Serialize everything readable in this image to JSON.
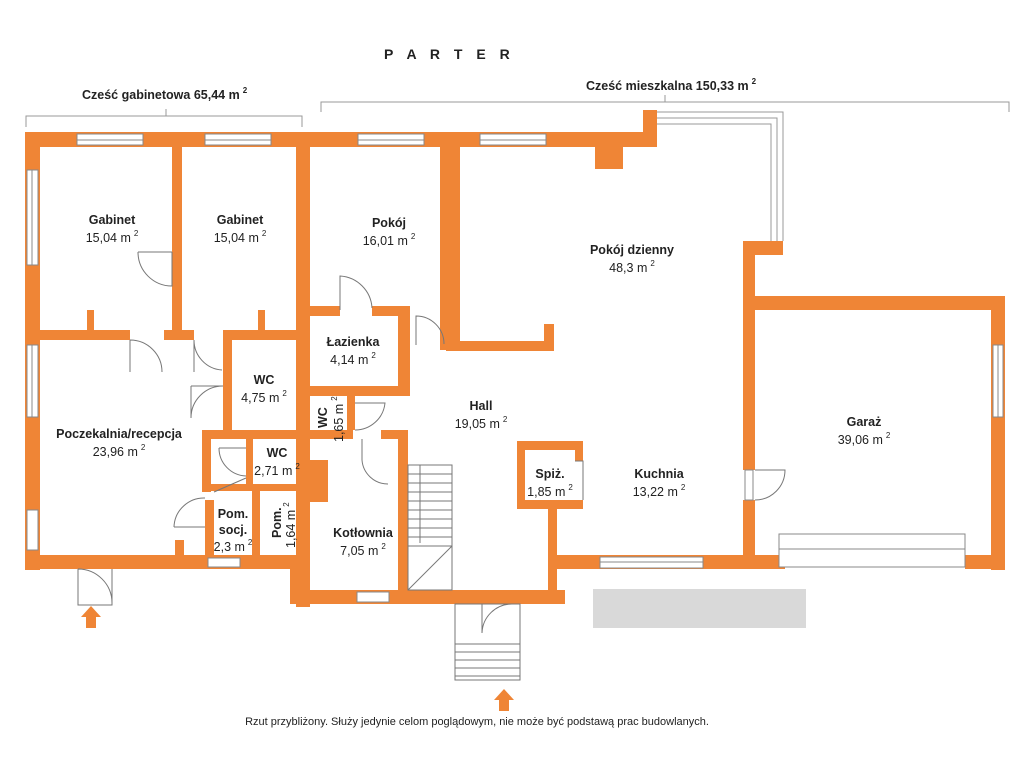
{
  "title": "P A R T E R",
  "sections": {
    "office": {
      "label": "Cześć gabinetowa 65,44 m",
      "sup": "2"
    },
    "living": {
      "label": "Cześć mieszkalna 150,33 m",
      "sup": "2"
    }
  },
  "rooms": {
    "gabinet1": {
      "name": "Gabinet",
      "area": "15,04 m",
      "sup": "2"
    },
    "gabinet2": {
      "name": "Gabinet",
      "area": "15,04 m",
      "sup": "2"
    },
    "pokoj": {
      "name": "Pokój",
      "area": "16,01 m",
      "sup": "2"
    },
    "pokoj_dzienny": {
      "name": "Pokój dzienny",
      "area": "48,3 m",
      "sup": "2"
    },
    "lazienka": {
      "name": "Łazienka",
      "area": "4,14 m",
      "sup": "2"
    },
    "wc1": {
      "name": "WC",
      "area": "4,75 m",
      "sup": "2"
    },
    "wc2": {
      "name": "WC",
      "area": "1,65 m",
      "sup": "2"
    },
    "wc3": {
      "name": "WC",
      "area": "2,71 m",
      "sup": "2"
    },
    "poczekalnia": {
      "name": "Poczekalnia/recepcja",
      "area": "23,96 m",
      "sup": "2"
    },
    "hall": {
      "name": "Hall",
      "area": "19,05 m",
      "sup": "2"
    },
    "spiz": {
      "name": "Spiż.",
      "area": "1,85 m",
      "sup": "2"
    },
    "kuchnia": {
      "name": "Kuchnia",
      "area": "13,22 m",
      "sup": "2"
    },
    "garaz": {
      "name": "Garaż",
      "area": "39,06 m",
      "sup": "2"
    },
    "pom_socj": {
      "name1": "Pom.",
      "name2": "socj.",
      "area": "2,3 m",
      "sup": "2"
    },
    "pom": {
      "name": "Pom.",
      "area": "1,64 m",
      "sup": "2"
    },
    "kotlownia": {
      "name": "Kotłownia",
      "area": "7,05 m",
      "sup": "2"
    }
  },
  "colors": {
    "wall": "#EF8536",
    "window": "#888888",
    "driveway": "#D9D9D9"
  },
  "icons": [
    "entrance-arrow-icon",
    "entrance-arrow-icon"
  ],
  "disclaimer": "Rzut przybliżony. Służy jedynie celom poglądowym, nie może być podstawą prac budowlanych."
}
